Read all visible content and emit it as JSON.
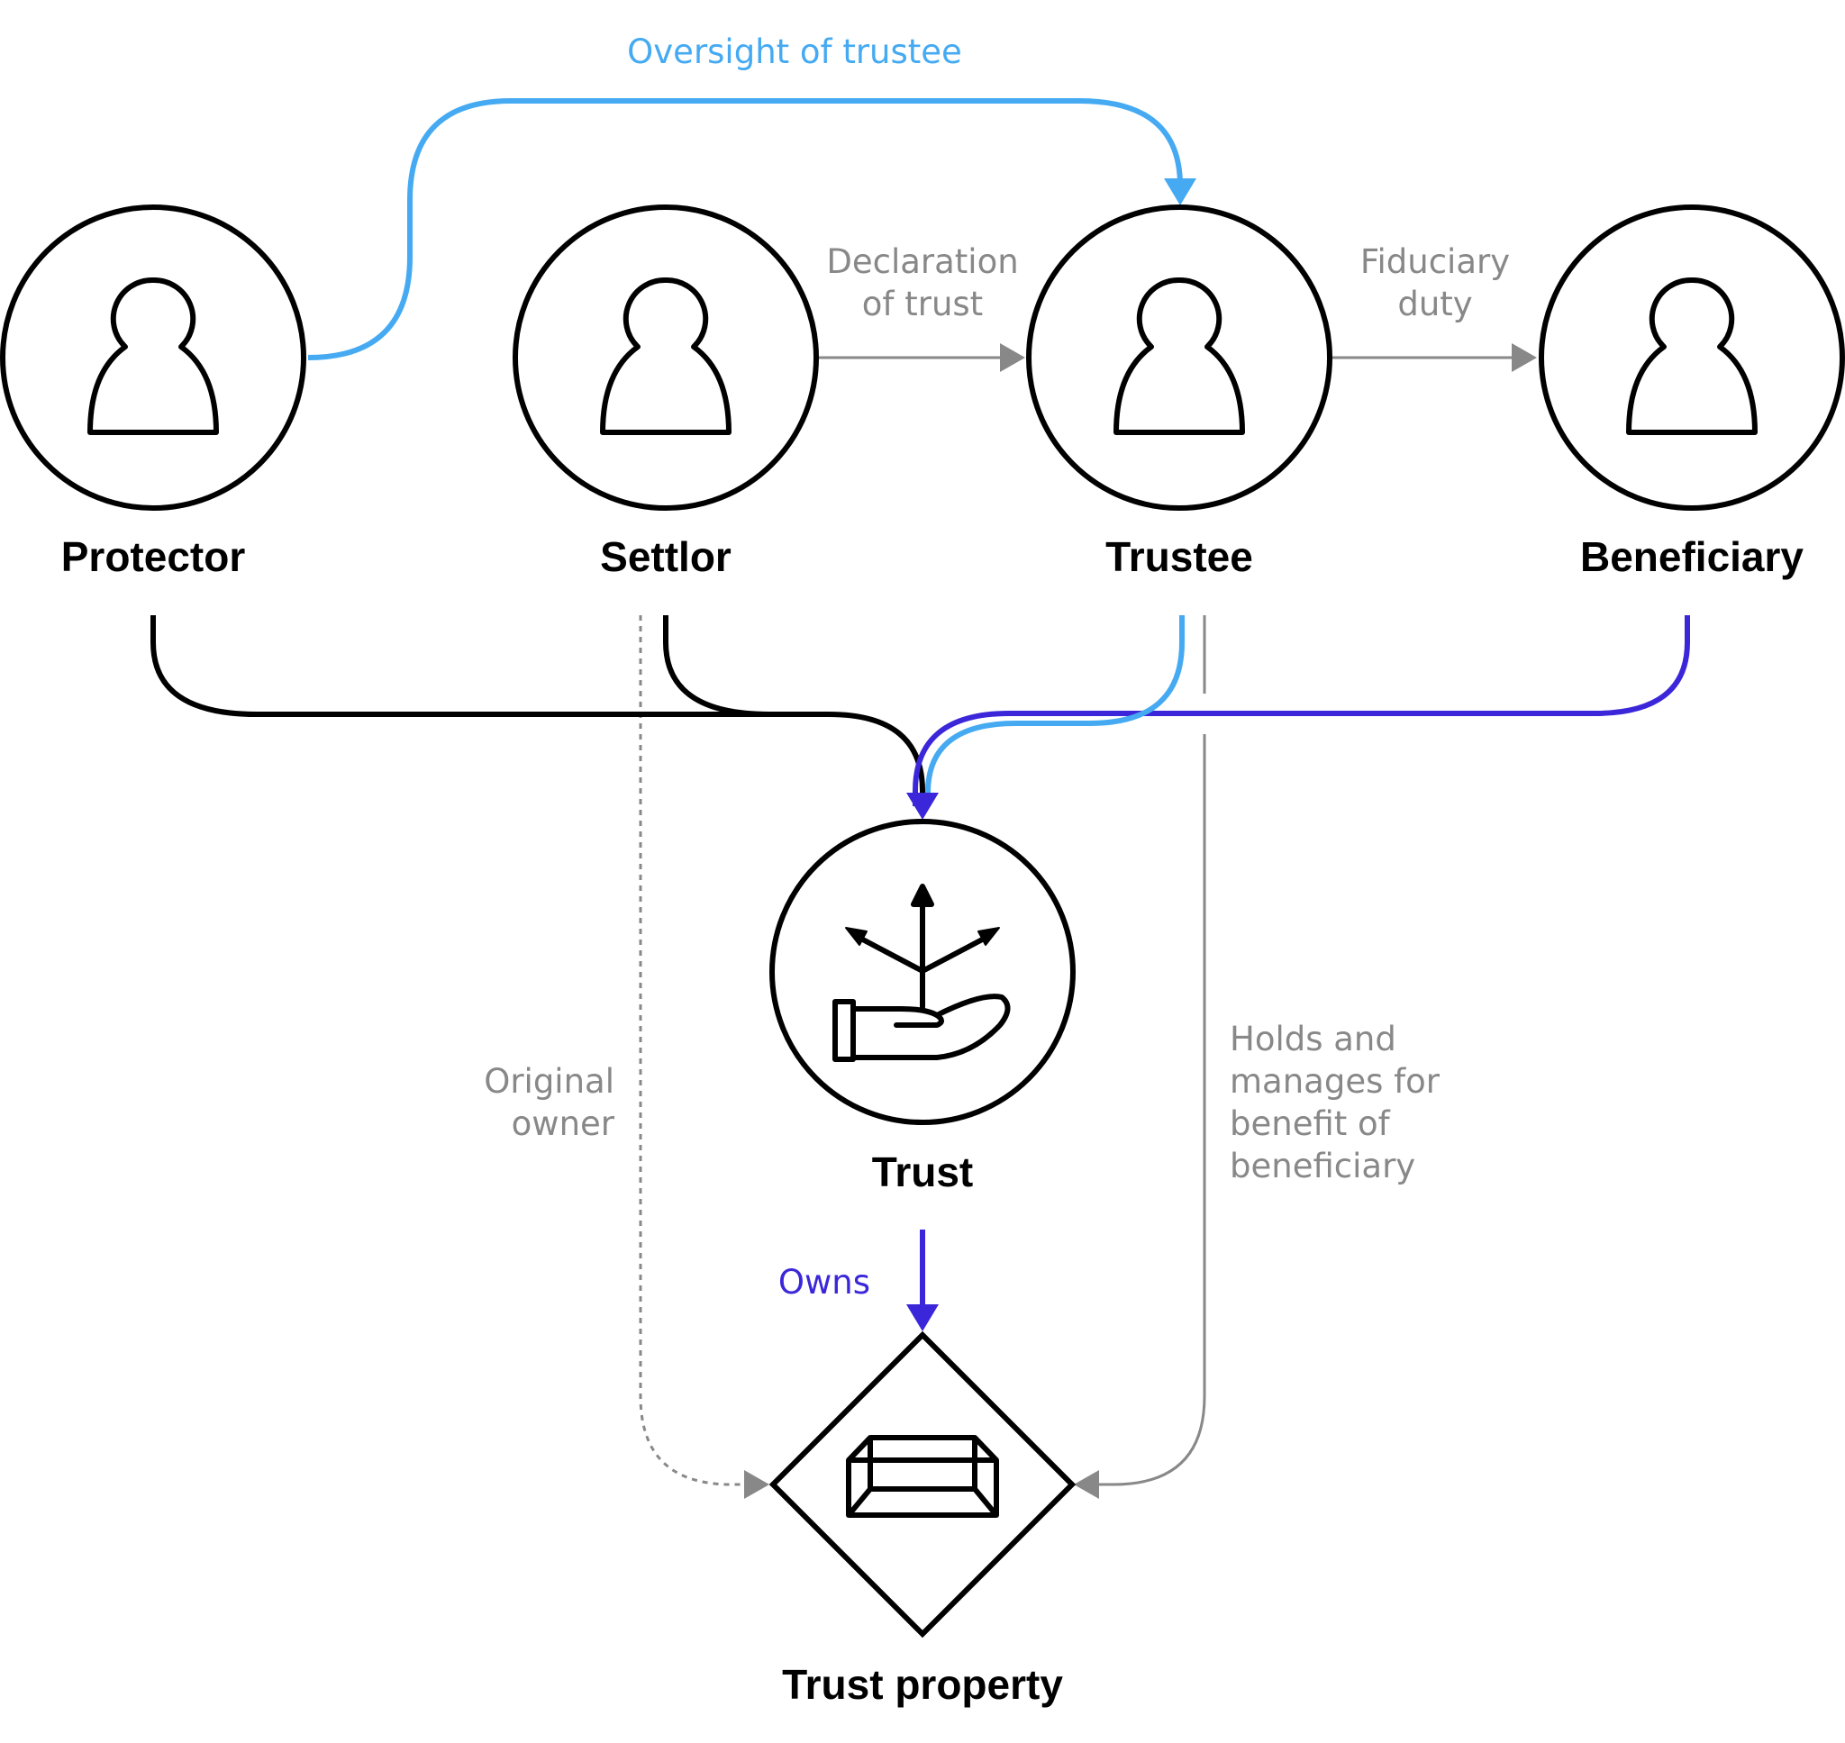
{
  "colors": {
    "black": "#000000",
    "grey": "#888888",
    "light_blue": "#45aaf2",
    "purple": "#3b27d9"
  },
  "nodes": {
    "protector": {
      "label": "Protector",
      "icon": "person-icon"
    },
    "settlor": {
      "label": "Settlor",
      "icon": "person-icon"
    },
    "trustee": {
      "label": "Trustee",
      "icon": "person-icon"
    },
    "beneficiary": {
      "label": "Beneficiary",
      "icon": "person-icon"
    },
    "trust": {
      "label": "Trust",
      "icon": "hand-holding-arrows-icon"
    },
    "trust_property": {
      "label": "Trust property",
      "icon": "gold-bar-icon"
    }
  },
  "edges": {
    "oversight": {
      "label": "Oversight of trustee"
    },
    "declaration": {
      "label_line1": "Declaration",
      "label_line2": "of trust"
    },
    "fiduciary": {
      "label_line1": "Fiduciary",
      "label_line2": "duty"
    },
    "original_owner": {
      "label_line1": "Original",
      "label_line2": "owner"
    },
    "holds": {
      "label_line1": "Holds and",
      "label_line2": "manages for",
      "label_line3": "benefit of",
      "label_line4": "beneficiary"
    },
    "owns": {
      "label": "Owns"
    }
  }
}
